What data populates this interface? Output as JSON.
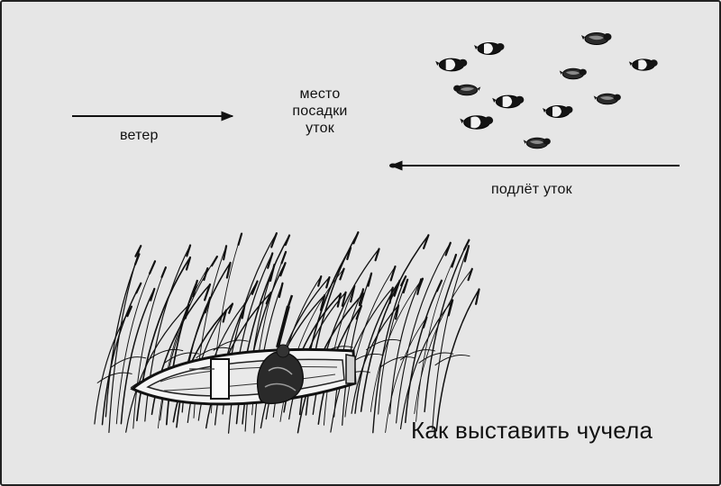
{
  "labels": {
    "wind": "ветер",
    "landing_line1": "место",
    "landing_line2": "посадки",
    "landing_line3": "уток",
    "approach": "подлёт уток",
    "title": "Как выставить чучела"
  },
  "colors": {
    "background": "#e6e6e6",
    "ink": "#111111",
    "duck_body": "#141414",
    "duck_belly": "#f2f2f2",
    "boat_hull": "#f4f4f4"
  },
  "icons": {
    "duck_decoy": "duck-decoy-icon",
    "boat": "boat-icon",
    "hunter": "hunter-icon",
    "reeds": "reeds-icon"
  }
}
